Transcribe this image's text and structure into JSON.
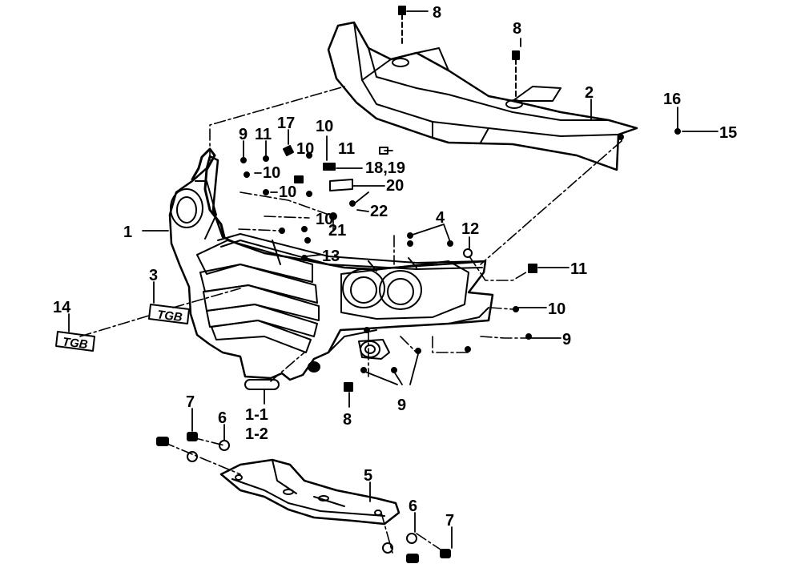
{
  "diagram": {
    "labels": {
      "p1": "1",
      "p1_1": "1-1",
      "p1_2": "1-2",
      "p2": "2",
      "p3": "3",
      "p4": "4",
      "p5": "5",
      "p6a": "6",
      "p6b": "6",
      "p7a": "7",
      "p7b": "7",
      "p8a": "8",
      "p8b": "8",
      "p8c": "8",
      "p9a": "9",
      "p9b": "9",
      "p9c": "9",
      "p10a": "10",
      "p10b": "10",
      "p10c": "10",
      "p10d": "10",
      "p10e": "10",
      "p10f": "10",
      "p11a": "11",
      "p11b": "11",
      "p11c": "11",
      "p12": "12",
      "p13": "13",
      "p14": "14",
      "p15": "15",
      "p16": "16",
      "p17": "17",
      "p18_19": "18,19",
      "p20": "20",
      "p21": "21",
      "p22": "22"
    },
    "emblem_text": "TGB"
  }
}
